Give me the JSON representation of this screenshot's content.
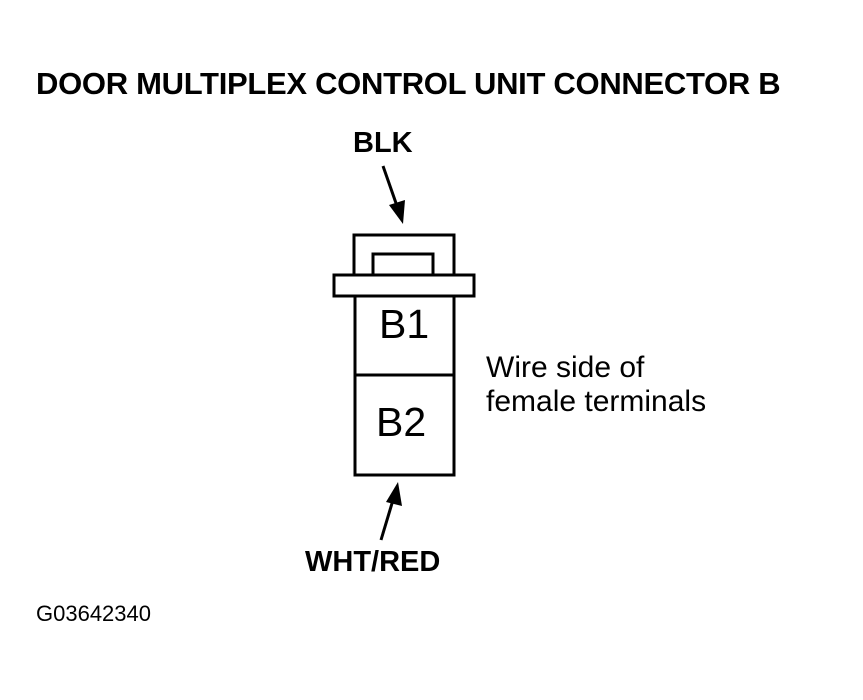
{
  "title": "DOOR MULTIPLEX CONTROL UNIT CONNECTOR B",
  "wire_top": "BLK",
  "wire_bottom": "WHT/RED",
  "terminals": [
    "B1",
    "B2"
  ],
  "note_lines": [
    "Wire side of",
    "female terminals"
  ],
  "figure_id": "G03642340"
}
